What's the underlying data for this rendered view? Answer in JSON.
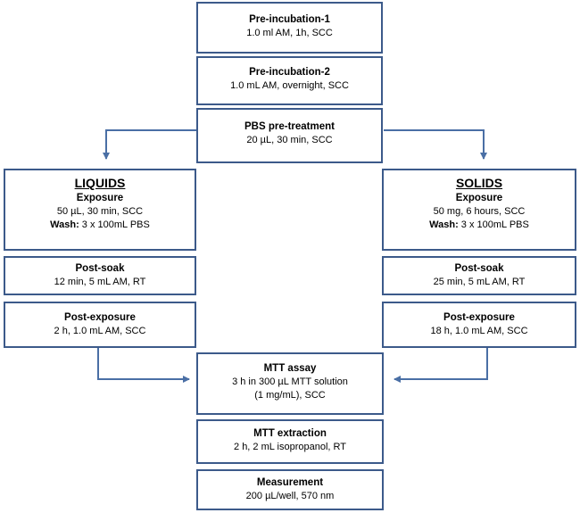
{
  "pre1": {
    "title": "Pre-incubation-1",
    "detail": "1.0 ml AM, 1h, SCC"
  },
  "pre2": {
    "title": "Pre-incubation-2",
    "detail": "1.0 mL AM, overnight, SCC"
  },
  "pbs": {
    "title": "PBS pre-treatment",
    "detail": "20 µL, 30 min, SCC"
  },
  "liquids": {
    "header": "LIQUIDS",
    "exposure_title": "Exposure",
    "exposure_detail": "50 µL, 30 min, SCC",
    "wash_label": "Wash:",
    "wash_detail": " 3 x 100mL PBS",
    "postsoak_title": "Post-soak",
    "postsoak_detail": "12 min, 5 mL AM, RT",
    "postexp_title": "Post-exposure",
    "postexp_detail": "2 h, 1.0 mL AM, SCC"
  },
  "solids": {
    "header": "SOLIDS",
    "exposure_title": "Exposure",
    "exposure_detail": "50 mg, 6 hours, SCC",
    "wash_label": "Wash:",
    "wash_detail": " 3 x 100mL PBS",
    "postsoak_title": "Post-soak",
    "postsoak_detail": "25 min, 5 mL AM, RT",
    "postexp_title": "Post-exposure",
    "postexp_detail": "18 h, 1.0 mL AM, SCC"
  },
  "mtt": {
    "title": "MTT assay",
    "line1": "3 h in 300 µL MTT solution",
    "line2": "(1 mg/mL), SCC"
  },
  "extraction": {
    "title": "MTT extraction",
    "detail": "2 h, 2 mL isopropanol, RT"
  },
  "measurement": {
    "title": "Measurement",
    "detail": "200 µL/well, 570 nm"
  },
  "colors": {
    "border": "#3c5a8a",
    "arrow": "#4a6fa5"
  }
}
